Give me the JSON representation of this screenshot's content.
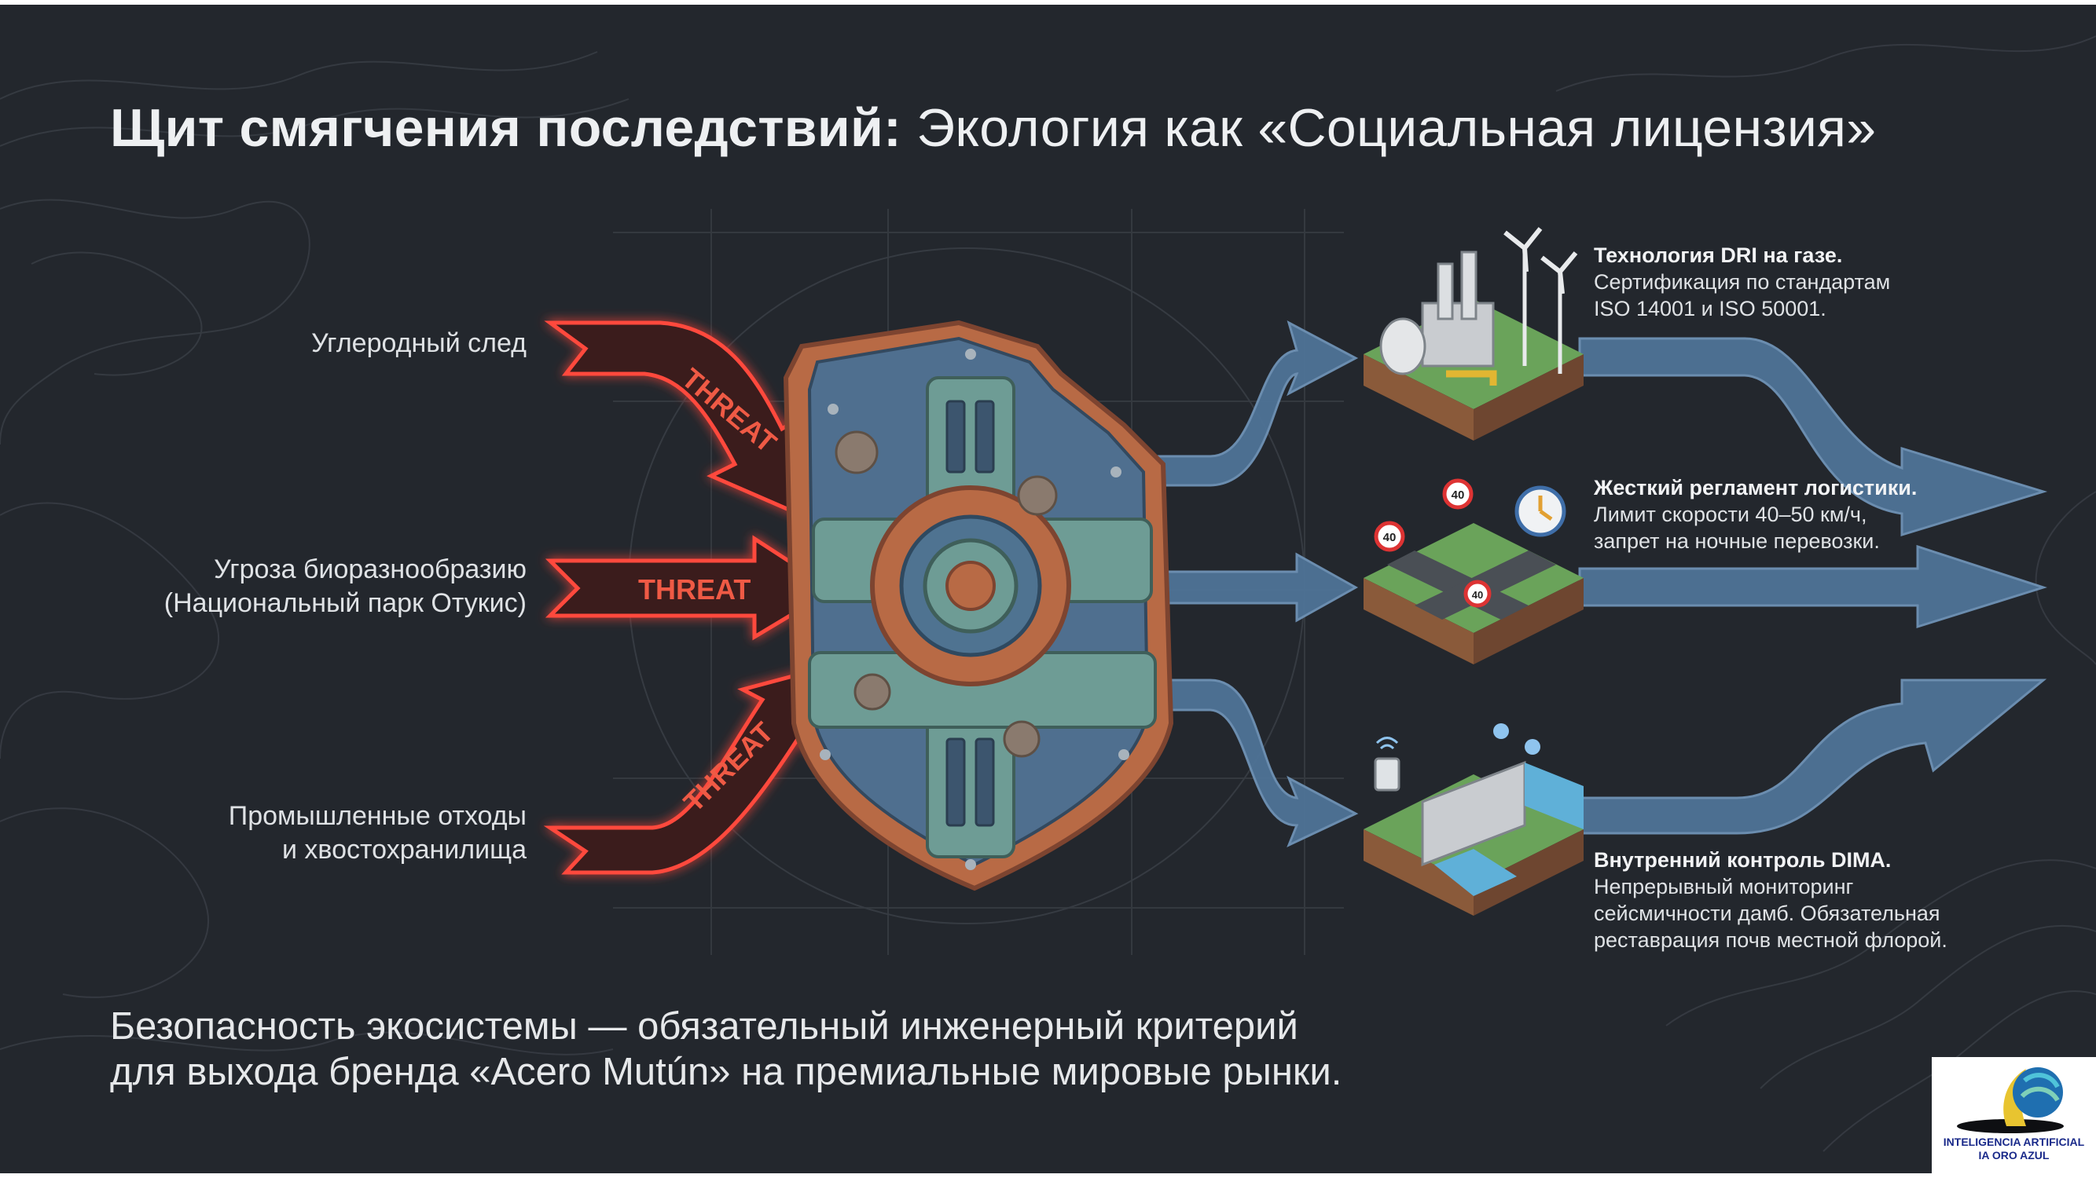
{
  "title": {
    "bold": "Щит смягчения последствий:",
    "regular": " Экология как «Социальная лицензия»"
  },
  "threats": [
    {
      "lines": [
        "Углеродный след"
      ],
      "badge": "THREAT"
    },
    {
      "lines": [
        "Угроза биоразнообразию",
        "(Национальный парк Отукис)"
      ],
      "badge": "THREAT"
    },
    {
      "lines": [
        "Промышленные отходы",
        "и хвостохранилища"
      ],
      "badge": "THREAT"
    }
  ],
  "outputs": [
    {
      "heading": "Технология DRI на газе.",
      "lines": [
        "Сертификация по стандартам",
        "ISO 14001 и ISO 50001."
      ],
      "icon": "industrial-plant-wind-turbines-icon"
    },
    {
      "heading": "Жесткий регламент логистики.",
      "lines": [
        "Лимит скорости 40–50 км/ч,",
        "запрет на ночные перевозки."
      ],
      "icon": "road-crossing-speed-signs-icon",
      "signs": [
        "40",
        "40",
        "40"
      ]
    },
    {
      "heading": "Внутренний контроль DIMA.",
      "lines": [
        "Непрерывный мониторинг",
        "сейсмичности дамб. Обязательная",
        "реставрация почв местной флорой."
      ],
      "icon": "dam-monitoring-icon"
    }
  ],
  "footer": {
    "lines": [
      "Безопасность экосистемы — обязательный инженерный критерий",
      "для выхода бренда «Acero Mutún» на премиальные мировые рынки."
    ]
  },
  "logo": {
    "lines": [
      "INTELIGENCIA ARTIFICIAL",
      "IA ORO AZUL"
    ]
  },
  "colors": {
    "background": "#23272d",
    "threat_red": "#e0392f",
    "flow_blue": "#5b7fa3",
    "shield_copper": "#b86a45",
    "shield_steel": "#4f6f8f",
    "shield_teal": "#6e9c95"
  }
}
